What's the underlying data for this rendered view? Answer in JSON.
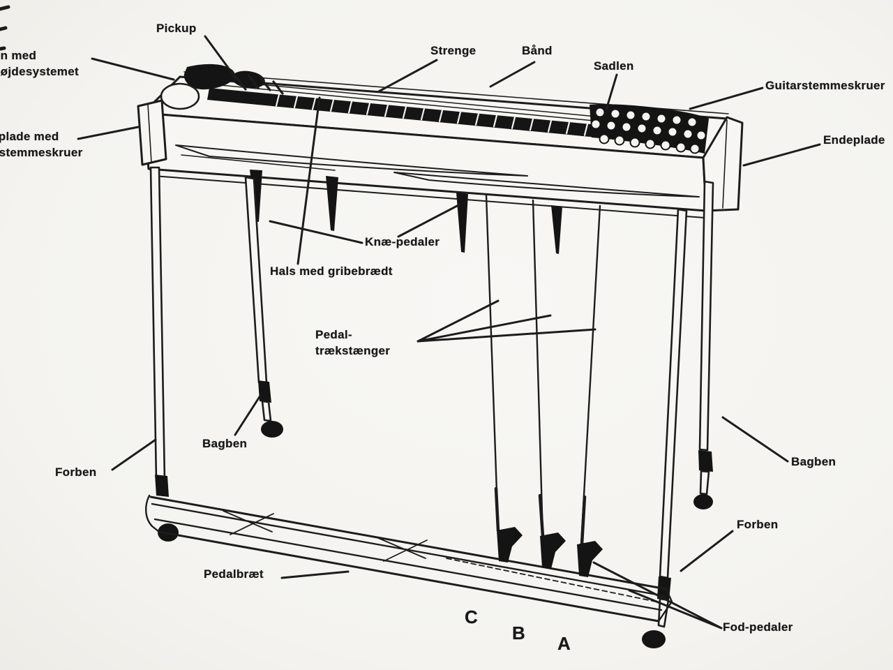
{
  "diagram": {
    "description_type": "labeled line drawing of a pedal steel guitar",
    "paper_color": "#f6f5f2",
    "ink_color": "#1a1a1a",
    "labels": {
      "pickup": "Pickup",
      "tone_system": {
        "line1": "on med",
        "line2": "højdesystemet"
      },
      "left_end_plate": {
        "line1": "eplade med",
        "line2": "nstemmeskruer"
      },
      "strenge": "Strenge",
      "baand": "Bånd",
      "sadlen": "Sadlen",
      "guitarstemmeskruer": "Guitarstemmeskruer",
      "endeplade": "Endeplade",
      "knae_pedaler": "Knæ-pedaler",
      "hals_med_gribebraedt": "Hals med gribebrædt",
      "pedal_traekstaenger": {
        "line1": "Pedal-",
        "line2": "trækstænger"
      },
      "bagben_left": "Bagben",
      "forben_left": "Forben",
      "bagben_right": "Bagben",
      "forben_right": "Forben",
      "pedalbraet": "Pedalbræt",
      "fod_pedaler": "Fod-pedaler",
      "pedal_letters": {
        "c": "C",
        "b": "B",
        "a": "A"
      }
    }
  }
}
